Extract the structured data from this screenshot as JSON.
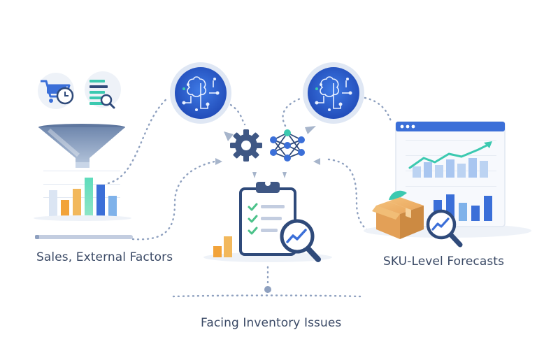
{
  "labels": {
    "left": "Sales, External Factors",
    "right": "SKU-Level Forecasts",
    "bottom": "Facing Inventory Issues"
  },
  "colors": {
    "navy": "#2f4a7a",
    "blue": "#3b6fd8",
    "deep_blue": "#2557c7",
    "light_blue": "#a9c6f0",
    "teal": "#3cc9b0",
    "green": "#4cc28a",
    "orange": "#f2a33a",
    "box": "#e8a95a",
    "gray": "#aab7c9",
    "text": "#3b4a66"
  },
  "icons": [
    "shopping-cart-clock-icon",
    "document-search-icon",
    "funnel-icon",
    "bar-chart-icon",
    "ai-brain-circuit-icon",
    "gear-icon",
    "neural-network-icon",
    "clipboard-checklist-icon",
    "magnifier-trend-icon",
    "dashboard-window-icon",
    "package-box-icon"
  ]
}
